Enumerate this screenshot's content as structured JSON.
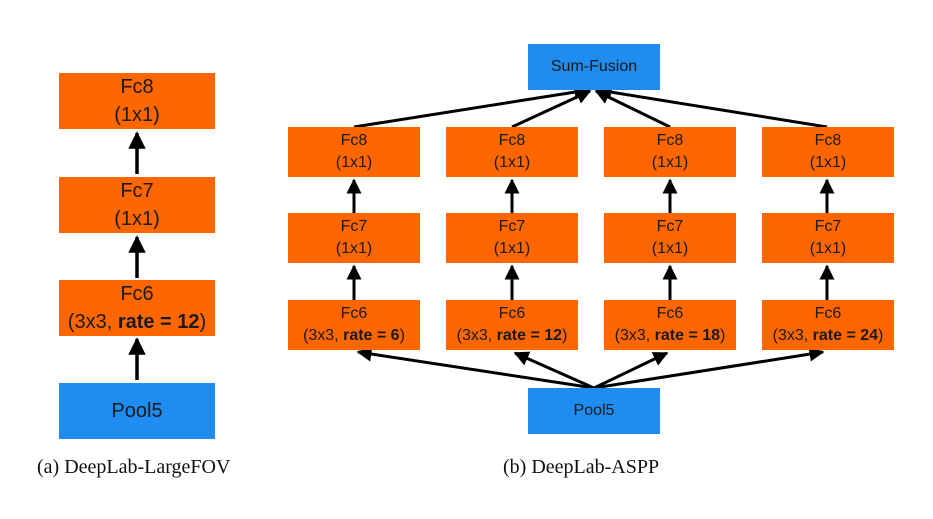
{
  "colors": {
    "orange_box": "#ff6600",
    "blue_box": "#1e8cf0",
    "arrow": "#000000"
  },
  "panel_a": {
    "caption": "(a) DeepLab-LargeFOV",
    "fc8": {
      "name": "Fc8",
      "detail": "(1x1)"
    },
    "fc7": {
      "name": "Fc7",
      "detail": "(1x1)"
    },
    "fc6": {
      "name": "Fc6",
      "detail_prefix": "(3x3, ",
      "detail_bold": "rate = 12",
      "detail_suffix": ")"
    },
    "pool5": "Pool5"
  },
  "panel_b": {
    "caption": "(b) DeepLab-ASPP",
    "sum_fusion": "Sum-Fusion",
    "pool5": "Pool5",
    "branches": [
      {
        "fc8": {
          "name": "Fc8",
          "detail": "(1x1)"
        },
        "fc7": {
          "name": "Fc7",
          "detail": "(1x1)"
        },
        "fc6": {
          "name": "Fc6",
          "detail_prefix": "(3x3, ",
          "detail_bold": "rate = 6",
          "detail_suffix": ")"
        }
      },
      {
        "fc8": {
          "name": "Fc8",
          "detail": "(1x1)"
        },
        "fc7": {
          "name": "Fc7",
          "detail": "(1x1)"
        },
        "fc6": {
          "name": "Fc6",
          "detail_prefix": "(3x3, ",
          "detail_bold": "rate = 12",
          "detail_suffix": ")"
        }
      },
      {
        "fc8": {
          "name": "Fc8",
          "detail": "(1x1)"
        },
        "fc7": {
          "name": "Fc7",
          "detail": "(1x1)"
        },
        "fc6": {
          "name": "Fc6",
          "detail_prefix": "(3x3, ",
          "detail_bold": "rate = 18",
          "detail_suffix": ")"
        }
      },
      {
        "fc8": {
          "name": "Fc8",
          "detail": "(1x1)"
        },
        "fc7": {
          "name": "Fc7",
          "detail": "(1x1)"
        },
        "fc6": {
          "name": "Fc6",
          "detail_prefix": "(3x3, ",
          "detail_bold": "rate = 24",
          "detail_suffix": ")"
        }
      }
    ]
  }
}
